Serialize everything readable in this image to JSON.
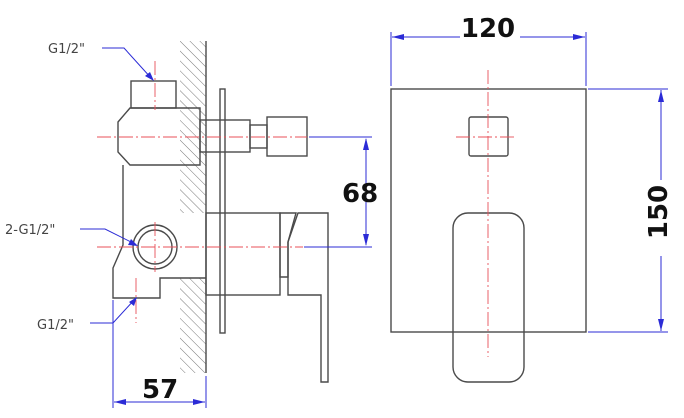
{
  "side_view": {
    "labels": {
      "top_inlet": "G1/2\"",
      "side_outlets": "2-G1/2\"",
      "bottom_outlet": "G1/2\""
    },
    "dimensions": {
      "axis_spacing": "68",
      "depth": "57"
    }
  },
  "front_view": {
    "dimensions": {
      "width": "120",
      "height": "150"
    }
  },
  "colors": {
    "outline": "#4a4a4a",
    "centerline": "#e8505a",
    "dimension": "#2b2bd6"
  }
}
